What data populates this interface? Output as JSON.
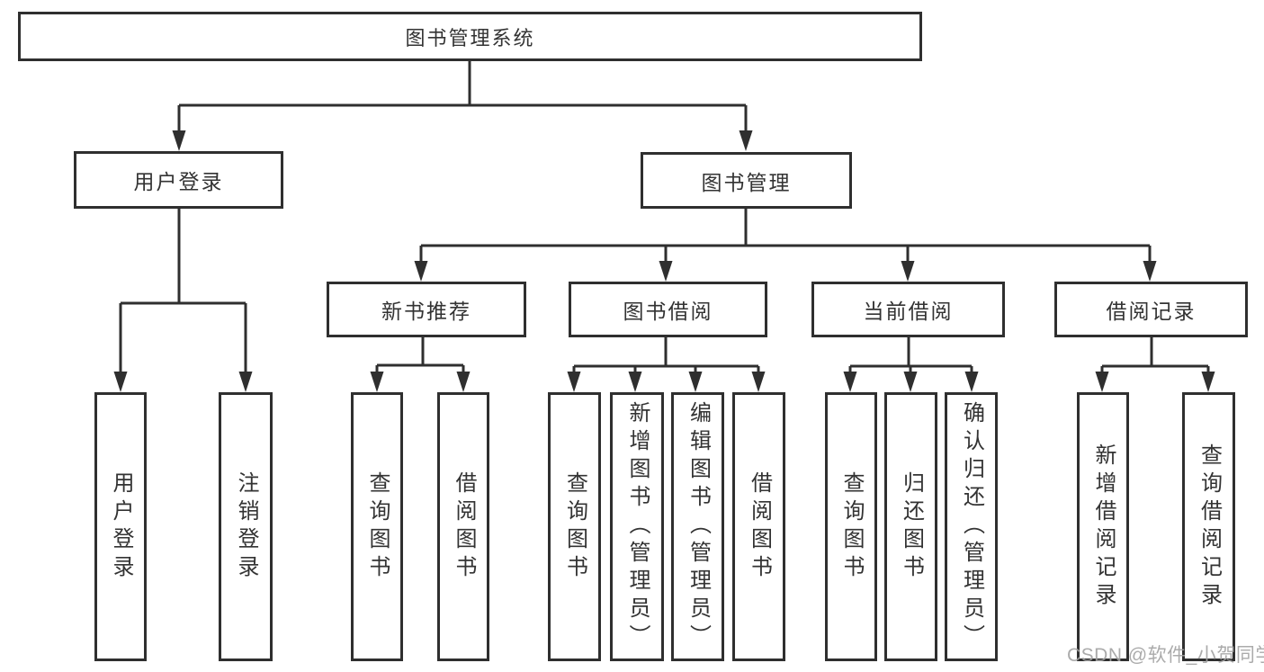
{
  "tree": {
    "root": {
      "label": "图书管理系统"
    },
    "branches": [
      {
        "label": "用户登录",
        "leaves": [
          {
            "label": "用户登录"
          },
          {
            "label": "注销登录"
          }
        ]
      },
      {
        "label": "图书管理",
        "children": [
          {
            "label": "新书推荐",
            "leaves": [
              {
                "label": "查询图书"
              },
              {
                "label": "借阅图书"
              }
            ]
          },
          {
            "label": "图书借阅",
            "leaves": [
              {
                "label": "查询图书"
              },
              {
                "label": "新增图书（管理员）"
              },
              {
                "label": "编辑图书（管理员）"
              },
              {
                "label": "借阅图书"
              }
            ]
          },
          {
            "label": "当前借阅",
            "leaves": [
              {
                "label": "查询图书"
              },
              {
                "label": "归还图书"
              },
              {
                "label": "确认归还（管理员）"
              }
            ]
          },
          {
            "label": "借阅记录",
            "leaves": [
              {
                "label": "新增借阅记录"
              },
              {
                "label": "查询借阅记录"
              }
            ]
          }
        ]
      }
    ]
  },
  "watermark": {
    "text": "CSDN @软件_小贺同学"
  },
  "colors": {
    "line": "#2f2f2f",
    "box_background": "#ffffff",
    "text": "#333333",
    "watermark": "#a2a2a2"
  }
}
